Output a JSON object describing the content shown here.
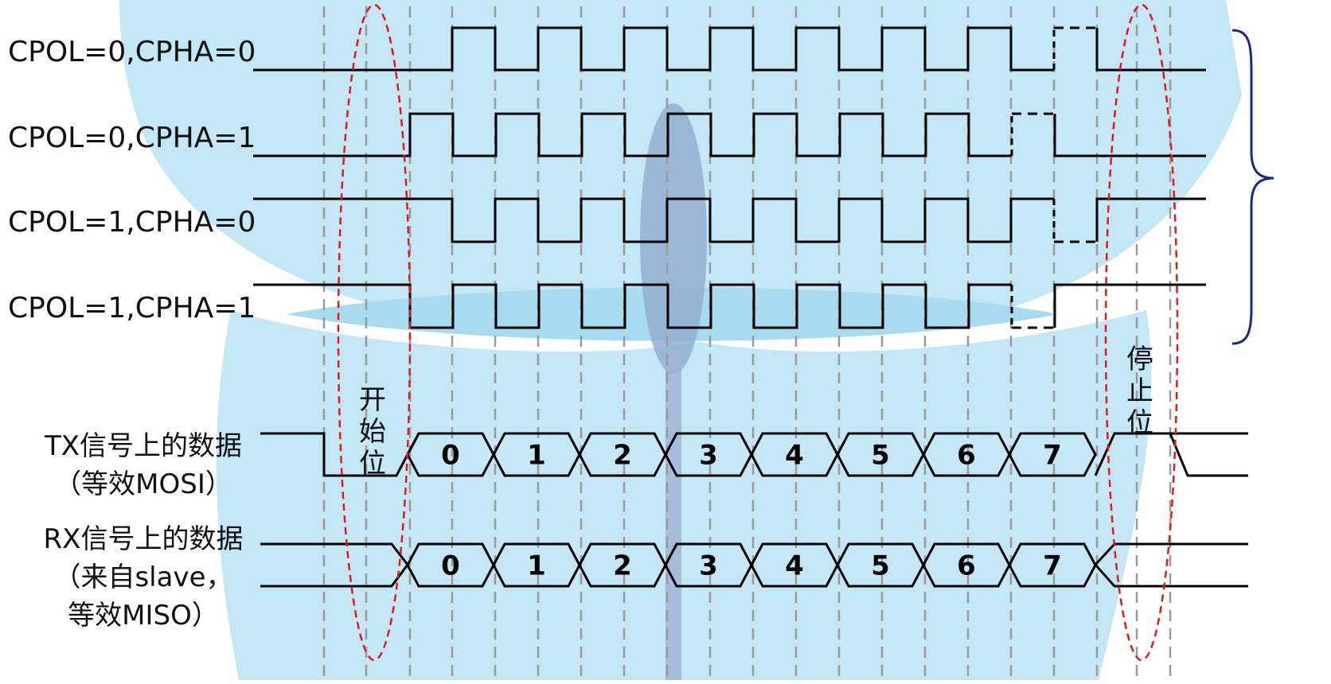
{
  "clock_rows": [
    {
      "label": "CPOL=0,CPHA=0"
    },
    {
      "label": "CPOL=0,CPHA=1"
    },
    {
      "label": "CPOL=1,CPHA=0"
    },
    {
      "label": "CPOL=1,CPHA=1"
    }
  ],
  "start_label": [
    "开",
    "始",
    "位"
  ],
  "stop_label": [
    "停",
    "止",
    "位"
  ],
  "tx": {
    "line1": "TX信号上的数据",
    "line2": "（等效MOSI）"
  },
  "rx": {
    "line1": "RX信号上的数据",
    "line2": "（来自slave，",
    "line3": "等效MISO）"
  },
  "bits": [
    "0",
    "1",
    "2",
    "3",
    "4",
    "5",
    "6",
    "7"
  ],
  "colors": {
    "signal": "#000000",
    "grid": "#9a9a9a",
    "ellipse": "#e8171b",
    "brace": "#1a2a8c",
    "wing_light": "#bfe5f5",
    "wing_mid": "#9fd6ee",
    "body": "#7f93b8"
  }
}
